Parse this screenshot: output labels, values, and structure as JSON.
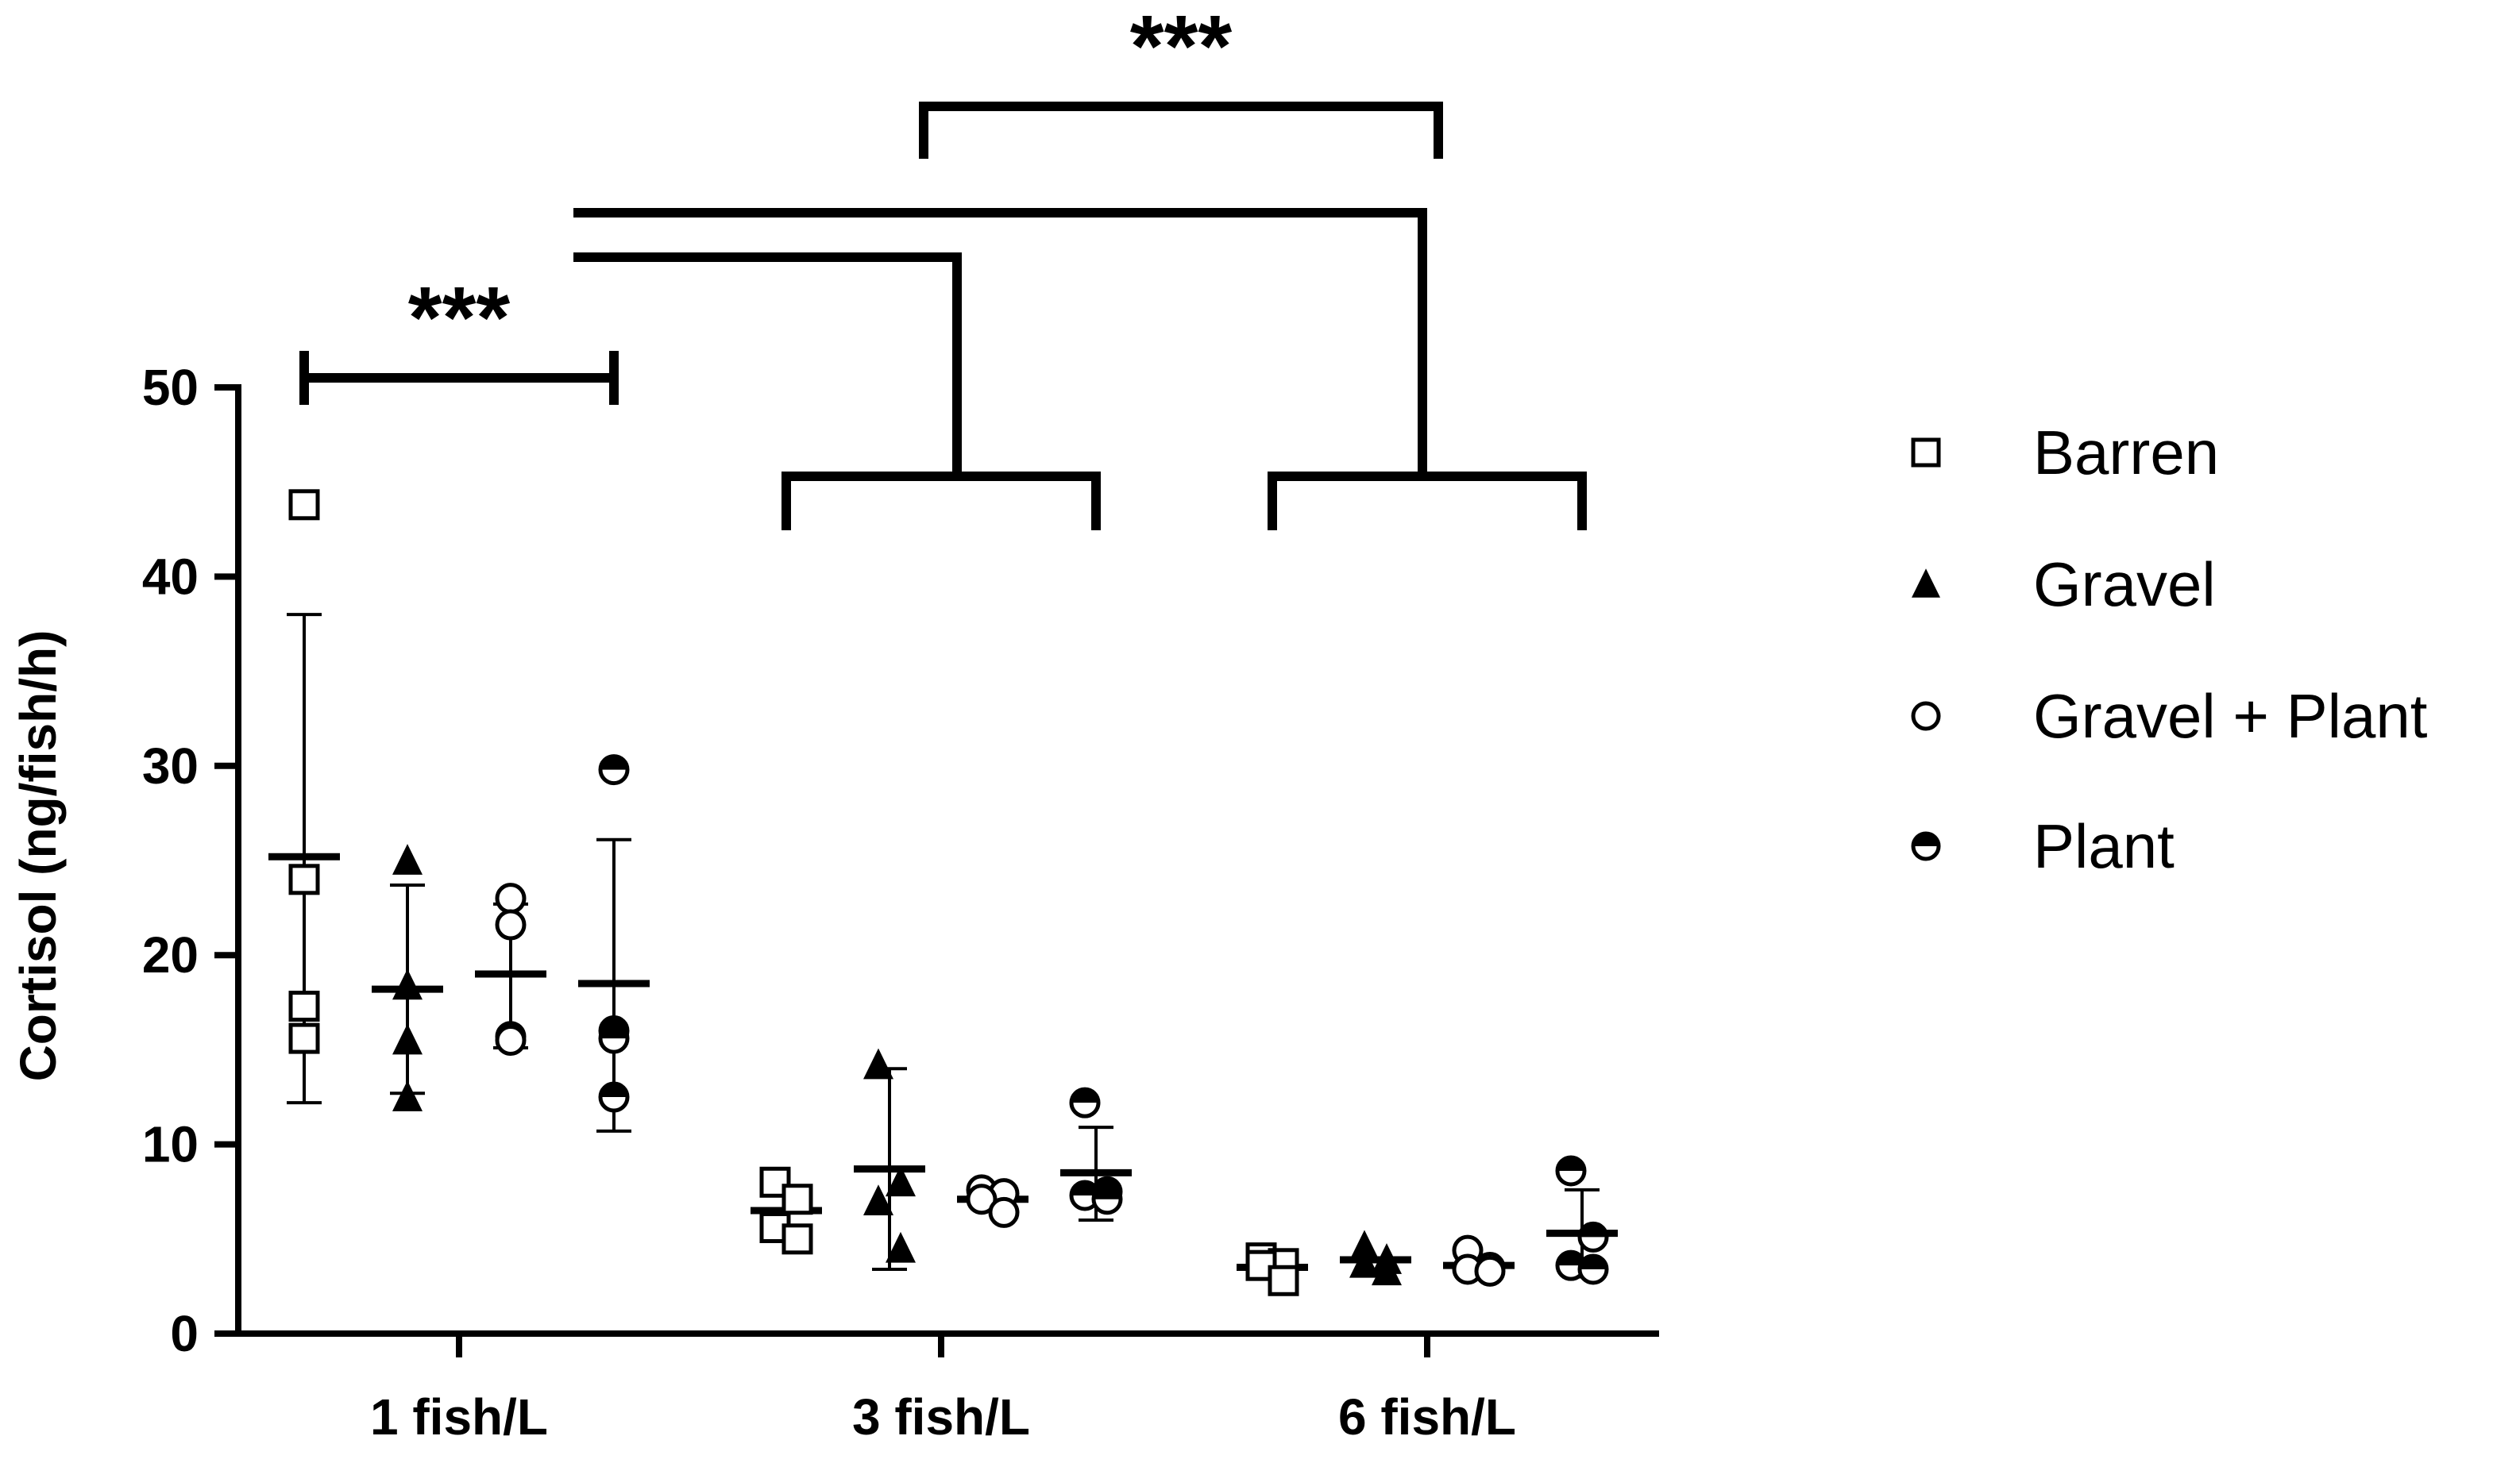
{
  "chart_data": {
    "type": "scatter",
    "ylabel": "Cortisol (ng/fish/h)",
    "xlabel": "",
    "ylim": [
      0,
      50
    ],
    "yticks": [
      0,
      10,
      20,
      30,
      40,
      50
    ],
    "categories": [
      "1 fish/L",
      "3 fish/L",
      "6 fish/L"
    ],
    "legend_position": "right",
    "series": [
      {
        "name": "Barren",
        "marker": "open-square",
        "groups": [
          {
            "points": [
              43.8,
              24.0,
              17.3,
              15.6
            ],
            "mean": 25.2,
            "sd": [
              12.2,
              38.0
            ]
          },
          {
            "points": [
              8.0,
              7.1,
              5.6,
              5.0
            ],
            "mean": 6.5,
            "sd": [
              null,
              null
            ]
          },
          {
            "points": [
              4.0,
              3.7,
              3.6,
              2.8
            ],
            "mean": 3.5,
            "sd": [
              null,
              null
            ]
          }
        ]
      },
      {
        "name": "Gravel",
        "marker": "filled-triangle",
        "groups": [
          {
            "points": [
              25.0,
              18.4,
              15.5,
              12.5
            ],
            "mean": 18.2,
            "sd": [
              12.7,
              23.7
            ]
          },
          {
            "points": [
              14.2,
              8.0,
              7.0,
              4.5
            ],
            "mean": 8.7,
            "sd": [
              3.4,
              14.0
            ]
          },
          {
            "points": [
              4.6,
              3.9,
              3.7,
              3.3
            ],
            "mean": 3.9,
            "sd": [
              null,
              null
            ]
          }
        ]
      },
      {
        "name": "Gravel + Plant",
        "marker": "open-circle",
        "groups": [
          {
            "points": [
              23.0,
              21.6,
              15.7,
              15.5
            ],
            "mean": 19.0,
            "sd": [
              15.1,
              22.7
            ]
          },
          {
            "points": [
              7.6,
              7.4,
              7.1,
              6.4
            ],
            "mean": 7.1,
            "sd": [
              null,
              null
            ]
          },
          {
            "points": [
              4.4,
              3.5,
              3.4,
              3.3
            ],
            "mean": 3.6,
            "sd": [
              null,
              null
            ]
          }
        ]
      },
      {
        "name": "Plant",
        "marker": "half-filled-circle",
        "groups": [
          {
            "points": [
              29.8,
              16.0,
              15.6,
              12.5
            ],
            "mean": 18.5,
            "sd": [
              10.7,
              26.1
            ]
          },
          {
            "points": [
              12.2,
              7.5,
              7.3,
              7.1
            ],
            "mean": 8.5,
            "sd": [
              6.0,
              10.9
            ]
          },
          {
            "points": [
              8.6,
              5.1,
              3.6,
              3.4
            ],
            "mean": 5.3,
            "sd": [
              3.0,
              7.6
            ]
          }
        ]
      }
    ],
    "annotations": [
      {
        "type": "significance-bracket",
        "label": "***",
        "from": "1 fish/L Barren",
        "to": "1 fish/L Plant"
      },
      {
        "type": "significance-bracket",
        "label": "***",
        "from": "3 fish/L",
        "to": "6 fish/L"
      },
      {
        "type": "group-bracket",
        "label": "",
        "from": "1 fish/L",
        "to": "3 fish/L"
      },
      {
        "type": "group-bracket",
        "label": "",
        "from": "1 fish/L",
        "to": "6 fish/L"
      }
    ]
  }
}
